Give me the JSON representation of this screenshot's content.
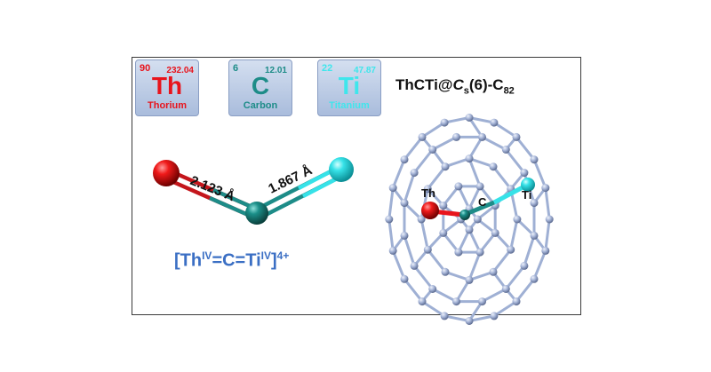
{
  "elements": [
    {
      "number": "90",
      "mass": "232.04",
      "symbol": "Th",
      "name": "Thorium"
    },
    {
      "number": "6",
      "mass": "12.01",
      "symbol": "C",
      "name": "Carbon"
    },
    {
      "number": "22",
      "mass": "47.87",
      "symbol": "Ti",
      "name": "Titanium"
    }
  ],
  "title": {
    "prefix": "ThCTi@",
    "cs_letter": "C",
    "cs_sub": "s",
    "middle": "(6)-C",
    "sub": "82"
  },
  "bonds": {
    "th_c": "2.123 Å",
    "c_ti": "1.867 Å"
  },
  "formula": {
    "open": "[Th",
    "sup1": "IV",
    "mid": "=C=Ti",
    "sup2": "IV",
    "close": "]",
    "charge": "4+"
  },
  "cage_labels": {
    "th": "Th",
    "c": "C",
    "ti": "Ti"
  },
  "colors": {
    "thorium": "#e8141c",
    "carbon": "#1d8c88",
    "titanium": "#3fe6ec",
    "cage": "#9fb0d4",
    "formula": "#3b6fc4"
  }
}
